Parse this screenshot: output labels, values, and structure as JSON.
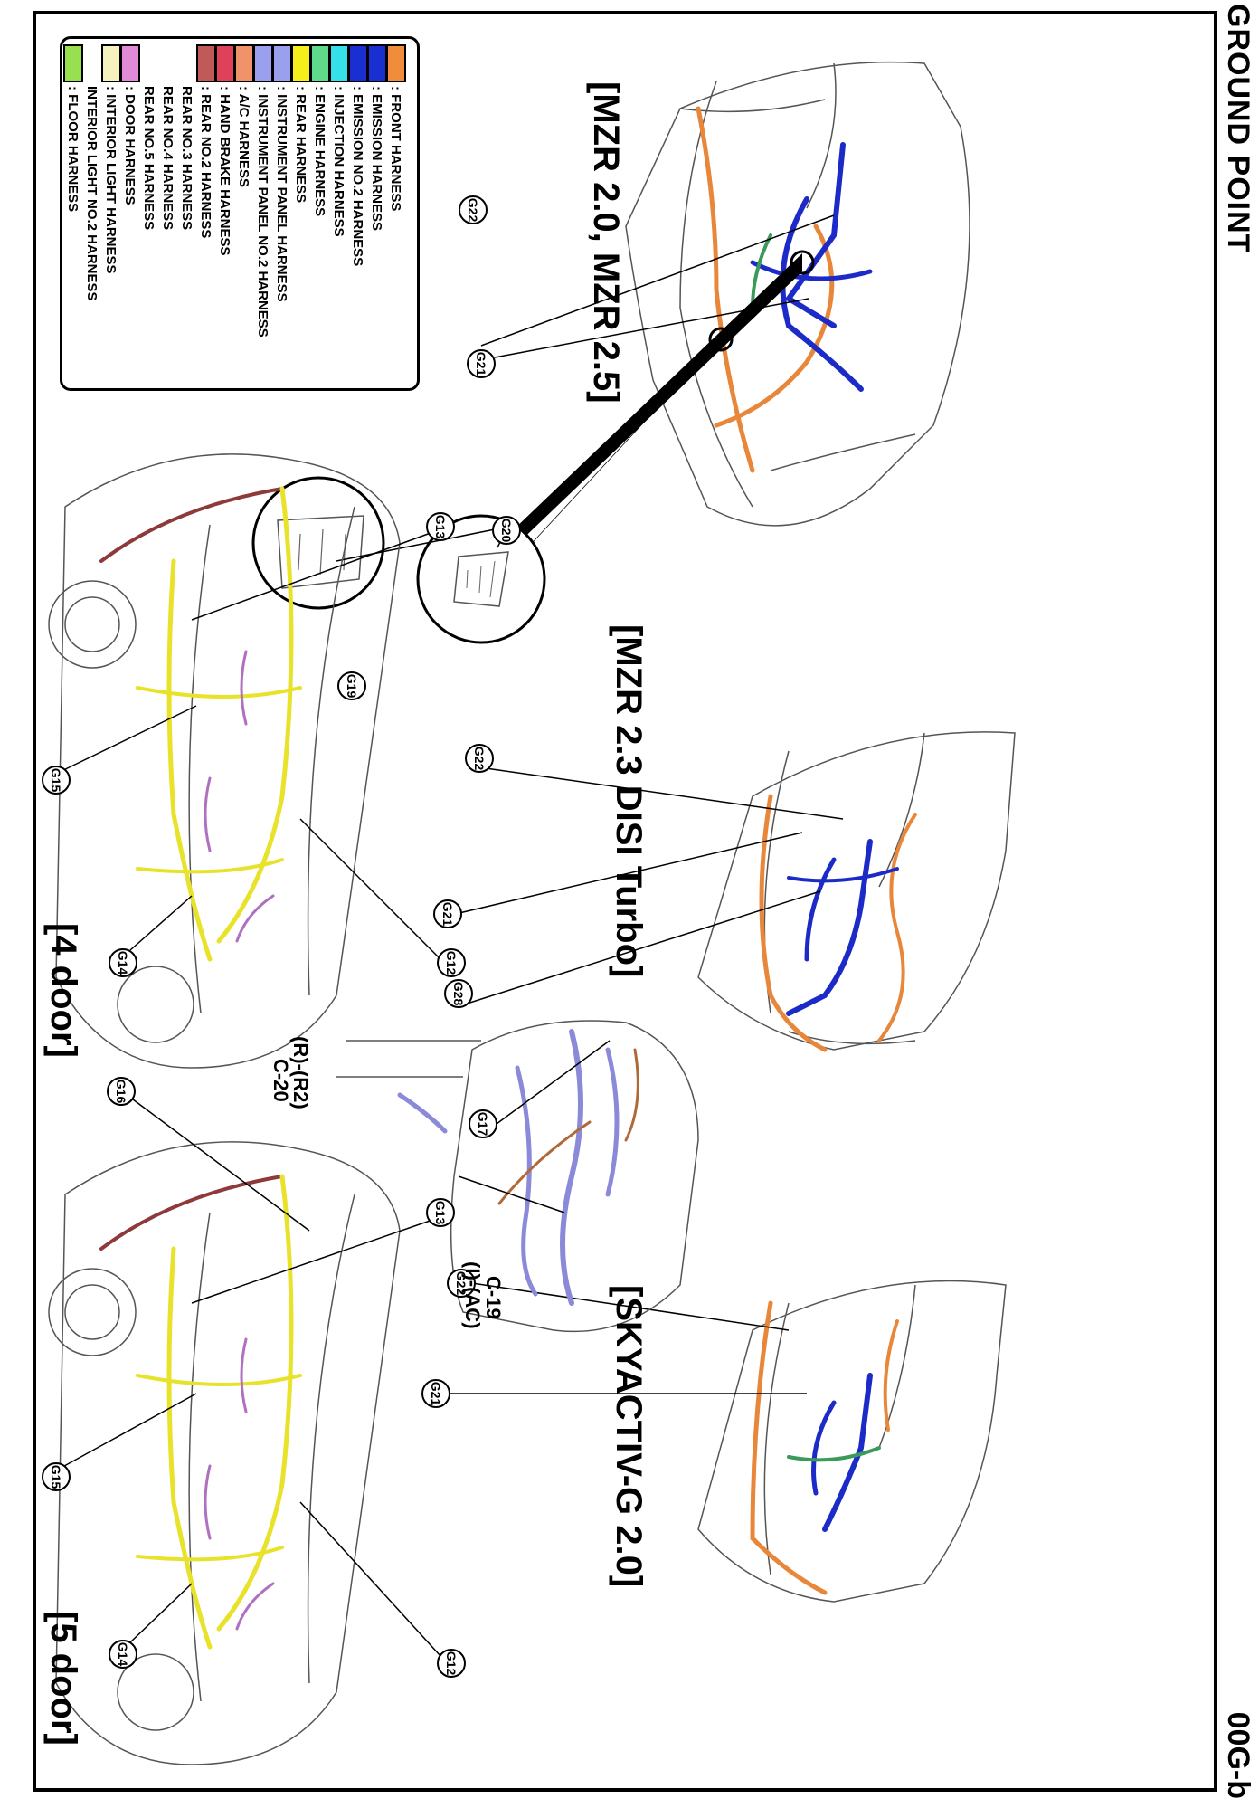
{
  "header": {
    "title": "GROUND POINT",
    "page_id": "00G-b"
  },
  "views": {
    "mzr20": "[MZR 2.0, MZR 2.5]",
    "disi": "[MZR 2.3 DISI Turbo]",
    "skyactiv": "[SKYACTIV-G 2.0]",
    "door4": "[4 door]",
    "door5": "[5 door]"
  },
  "connectors": {
    "c20_pre": "(R)-(R2)",
    "c20": "C-20",
    "c19": "C-19",
    "c19_post": "(I)-(AC)"
  },
  "ground_points": {
    "mzr20": [
      "G22",
      "G21",
      "G20",
      "G19"
    ],
    "disi": [
      "G22",
      "G21",
      "G28"
    ],
    "skyactiv": [
      "G22",
      "G21"
    ],
    "dash": [
      "G17"
    ],
    "door4": [
      "G13",
      "G15",
      "G14",
      "G12"
    ],
    "door5": [
      "G16",
      "G13",
      "G15",
      "G14",
      "G12"
    ]
  },
  "legend": {
    "items": [
      {
        "label": ": FRONT HARNESS",
        "color": "#f08c3c"
      },
      {
        "label": ": EMISSION HARNESS",
        "color": "#1a2fd0"
      },
      {
        "label": ": EMISSION NO.2 HARNESS",
        "color": "#1a2fd0"
      },
      {
        "label": ": INJECTION HARNESS",
        "color": "#36e0e8"
      },
      {
        "label": ": ENGINE HARNESS",
        "color": "#5fd98a"
      },
      {
        "label": ": REAR HARNESS",
        "color": "#f4ef1a"
      },
      {
        "label": ": INSTRUMENT PANEL HARNESS",
        "color": "#9aa0ee"
      },
      {
        "label": ": INSTRUMENT PANEL NO.2 HARNESS",
        "color": "#9aa0ee"
      },
      {
        "label": ": A/C HARNESS",
        "color": "#f0926a"
      },
      {
        "label": ": HAND BRAKE HARNESS",
        "color": "#e0405a"
      },
      {
        "label": ": REAR NO.2 HARNESS",
        "color": "#c05a58"
      },
      {
        "label": "REAR NO.3 HARNESS",
        "color": ""
      },
      {
        "label": "REAR NO.4 HARNESS",
        "color": ""
      },
      {
        "label": "REAR NO.5 HARNESS",
        "color": ""
      },
      {
        "label": ": DOOR HARNESS",
        "color": "#e08ad8"
      },
      {
        "label": ": INTERIOR LIGHT HARNESS",
        "color": "#f6f2c0"
      },
      {
        "label": "INTERIOR LIGHT NO.2 HARNESS",
        "color": ""
      },
      {
        "label": ": FLOOR HARNESS",
        "color": "#98e050"
      }
    ]
  },
  "wire_colors": {
    "front": "#e8873a",
    "emission": "#1c2bc8",
    "engine": "#3a9a5a",
    "rear": "#e8e22a",
    "door": "#b070c0",
    "rear2": "#8e3a3a",
    "instrument": "#8a8ad8",
    "ac": "#b06a3a"
  }
}
